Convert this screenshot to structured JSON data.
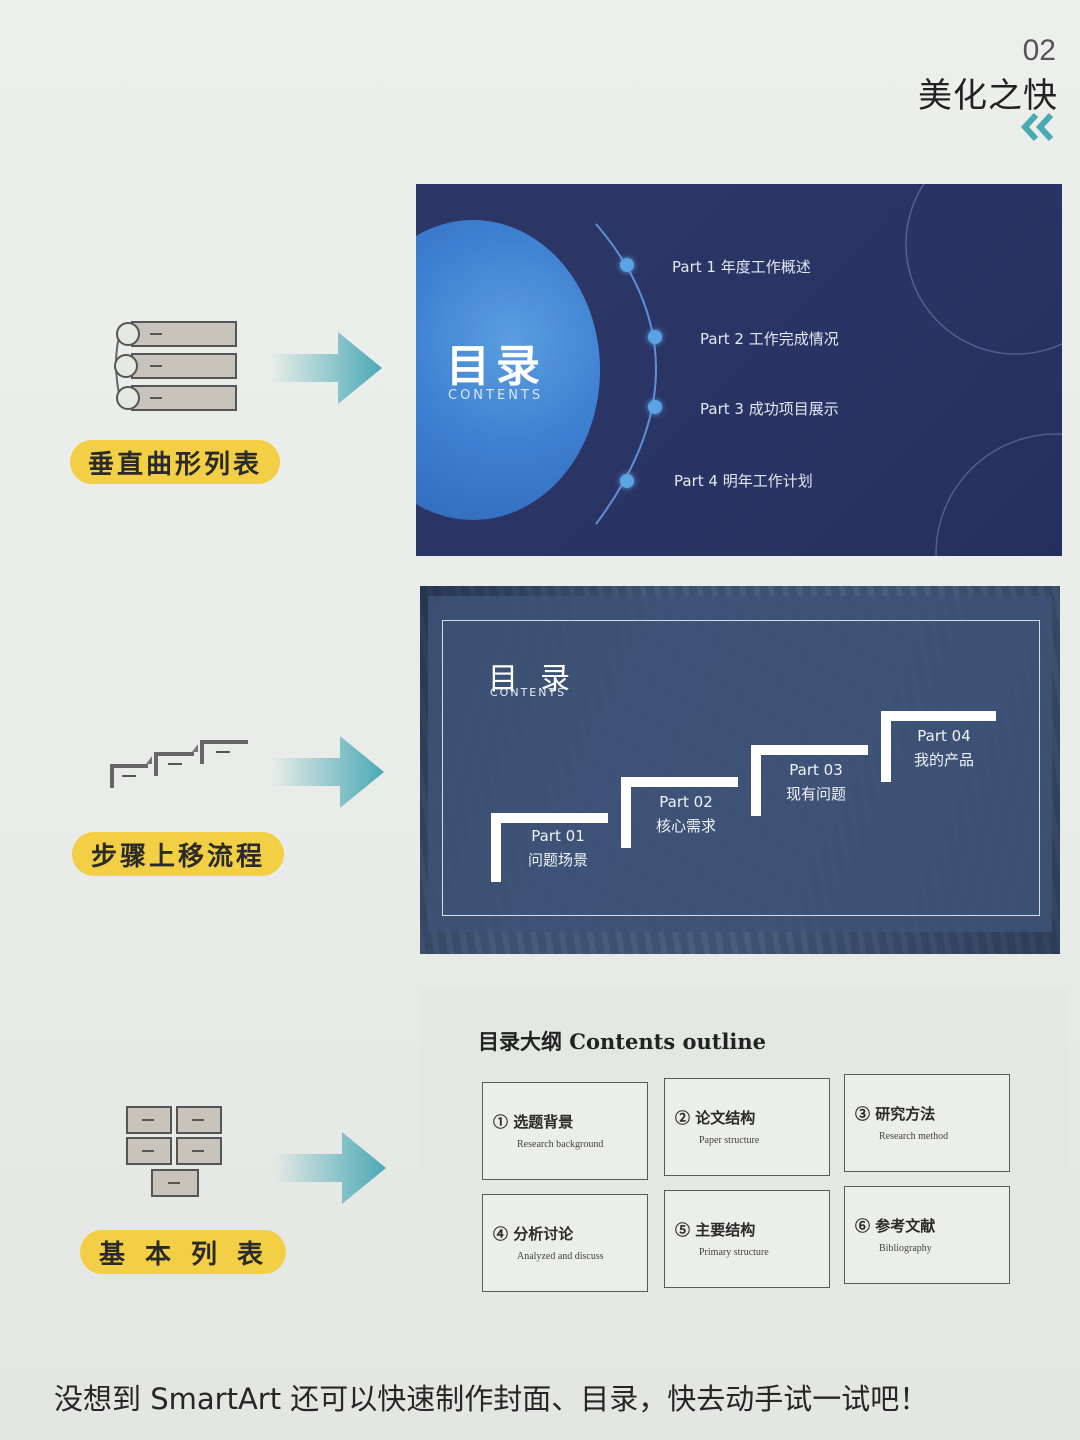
{
  "header": {
    "page_number": "02",
    "chapter_title": "美化之快",
    "chevron_icon": "double-chevron-left-icon",
    "accent_color": "#4aa9b5"
  },
  "sections": [
    {
      "label": "垂直曲形列表",
      "icon": "vertical-curved-list-icon",
      "slide": {
        "title": "目录",
        "subtitle": "CONTENTS",
        "items": [
          "Part 1  年度工作概述",
          "Part 2  工作完成情况",
          "Part 3  成功项目展示",
          "Part 4  明年工作计划"
        ]
      }
    },
    {
      "label": "步骤上移流程",
      "icon": "step-up-process-icon",
      "slide": {
        "title": "目录",
        "subtitle": "CONTENTS",
        "steps": [
          {
            "part": "Part 01",
            "text": "问题场景"
          },
          {
            "part": "Part 02",
            "text": "核心需求"
          },
          {
            "part": "Part 03",
            "text": "现有问题"
          },
          {
            "part": "Part 04",
            "text": "我的产品"
          }
        ]
      }
    },
    {
      "label": "基本列表",
      "icon": "basic-list-icon",
      "slide": {
        "title": "目录大纲 Contents outline",
        "boxes": [
          {
            "title": "① 选题背景",
            "sub": "Research background"
          },
          {
            "title": "② 论文结构",
            "sub": "Paper structure"
          },
          {
            "title": "③ 研究方法",
            "sub": "Research method"
          },
          {
            "title": "④ 分析讨论",
            "sub": "Analyzed and discuss"
          },
          {
            "title": "⑤ 主要结构",
            "sub": "Primary structure"
          },
          {
            "title": "⑥ 参考文献",
            "sub": "Bibliography"
          }
        ]
      }
    }
  ],
  "caption": "没想到 SmartArt 还可以快速制作封面、目录，快去动手试一试吧！"
}
